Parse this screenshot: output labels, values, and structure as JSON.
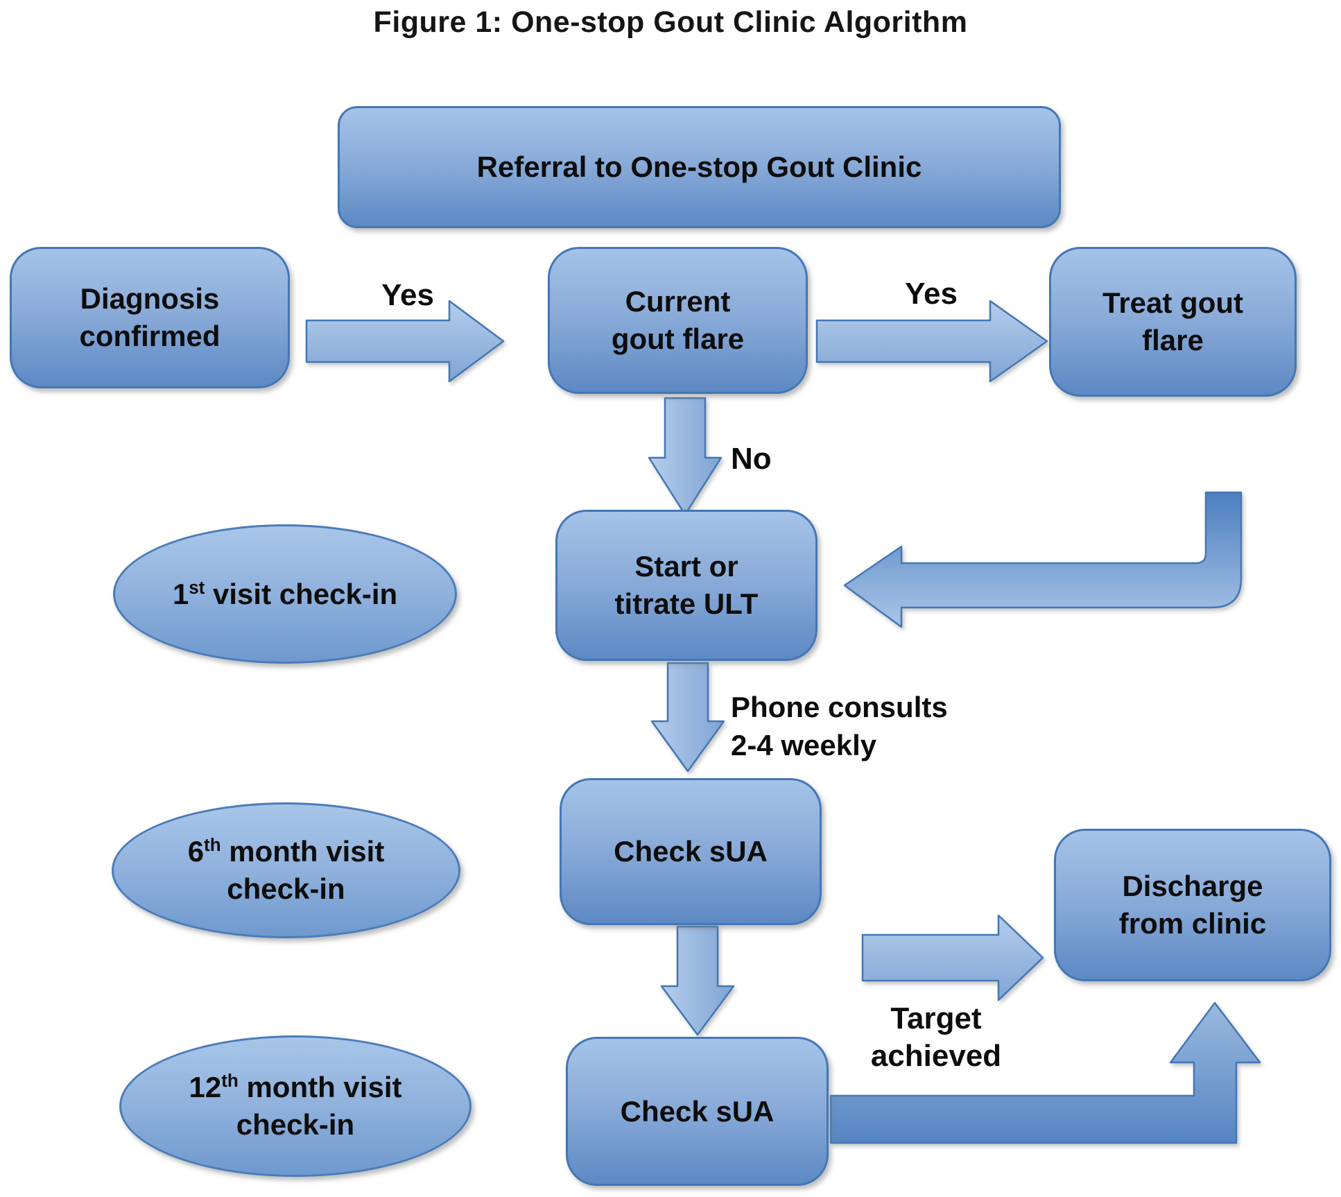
{
  "figure": {
    "title": "Figure 1: One-stop Gout Clinic Algorithm"
  },
  "nodes": {
    "referral": {
      "line1": "Referral to One-stop Gout Clinic",
      "line2": ""
    },
    "diagnosis": {
      "line1": "Diagnosis",
      "line2": "confirmed"
    },
    "current": {
      "line1": "Current",
      "line2": "gout flare"
    },
    "treat": {
      "line1": "Treat gout",
      "line2": "flare"
    },
    "start": {
      "line1": "Start or",
      "line2": "titrate ULT"
    },
    "check1": {
      "line1": "Check sUA",
      "line2": ""
    },
    "discharge": {
      "line1": "Discharge",
      "line2": "from clinic"
    },
    "check2": {
      "line1": "Check sUA",
      "line2": ""
    }
  },
  "milestones": {
    "first": {
      "num": "1",
      "sup": "st",
      "rest": " visit check-in",
      "line2": ""
    },
    "sixth": {
      "num": "6",
      "sup": "th",
      "rest": " month visit",
      "line2": "check-in"
    },
    "twelfth": {
      "num": "12",
      "sup": "th",
      "rest": " month visit",
      "line2": "check-in"
    }
  },
  "edge_labels": {
    "yes1": "Yes",
    "yes2": "Yes",
    "no": "No",
    "phone_line1": "Phone consults",
    "phone_line2": "2-4 weekly",
    "target_line1": "Target",
    "target_line2": "achieved"
  },
  "edges": [
    {
      "from": "diagnosis",
      "to": "current",
      "label": "Yes"
    },
    {
      "from": "current",
      "to": "treat",
      "label": "Yes"
    },
    {
      "from": "current",
      "to": "start",
      "label": "No"
    },
    {
      "from": "treat",
      "to": "start",
      "label": ""
    },
    {
      "from": "start",
      "to": "check1",
      "label": "Phone consults 2-4 weekly"
    },
    {
      "from": "check1",
      "to": "discharge",
      "label": "Target achieved"
    },
    {
      "from": "check1",
      "to": "check2",
      "label": ""
    },
    {
      "from": "check2",
      "to": "discharge",
      "label": ""
    }
  ],
  "colors": {
    "box_border": "#4377b5",
    "box_fill_top": "#a5c3e8",
    "box_fill_bottom": "#5d89c4",
    "arrow_fill_light": "#b5cdeb",
    "arrow_fill_dark": "#7fa4d4",
    "elbow_dark": "#4d7fc0",
    "text": "#101010",
    "background": "#ffffff"
  }
}
